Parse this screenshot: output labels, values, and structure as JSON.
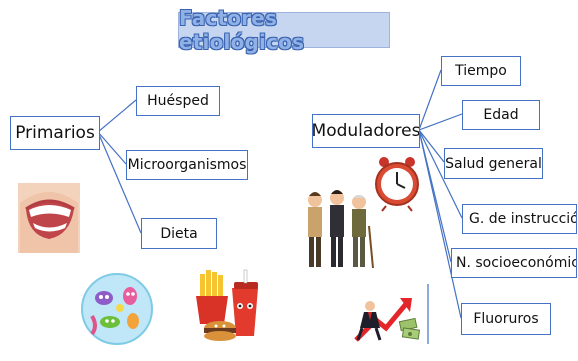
{
  "title": "Factores etiológicos",
  "primarios": {
    "label": "Primarios",
    "items": [
      {
        "label": "Huésped"
      },
      {
        "label": "Microorganismos"
      },
      {
        "label": "Dieta"
      }
    ]
  },
  "moduladores": {
    "label": "Moduladores",
    "items": [
      {
        "label": "Tiempo"
      },
      {
        "label": "Edad"
      },
      {
        "label": "Salud general"
      },
      {
        "label": "G. de instrucción"
      },
      {
        "label": "N. socioeconómico"
      },
      {
        "label": "Fluoruros"
      }
    ]
  },
  "colors": {
    "accent": "#4472c4",
    "title_fill": "#8fb1e6",
    "title_bg": "#c6d6f0"
  },
  "icons": [
    "smile-icon",
    "microbes-icon",
    "fast-food-icon",
    "family-icon",
    "clock-icon",
    "growth-arrow-icon",
    "money-icon"
  ]
}
